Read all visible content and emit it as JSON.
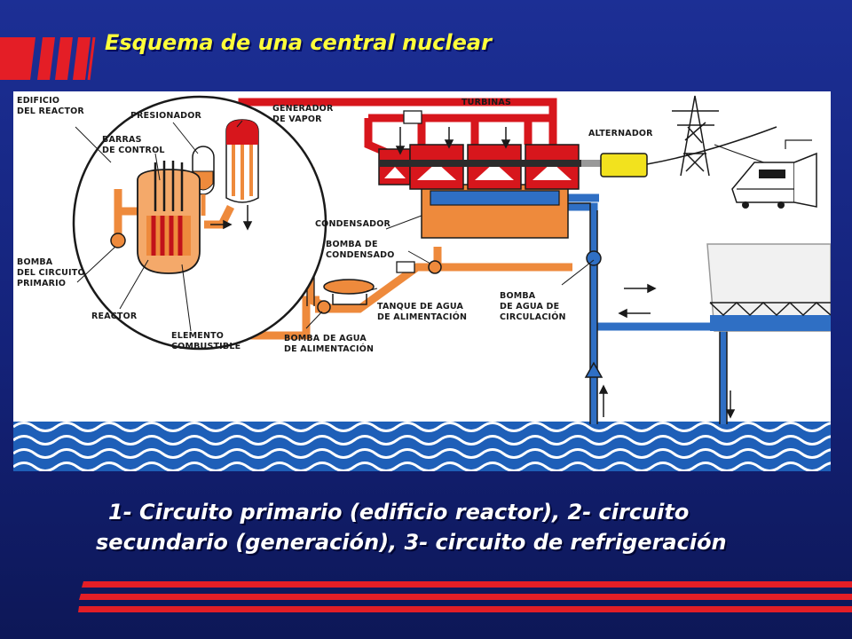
{
  "slide": {
    "title": "Esquema de una central nuclear",
    "caption": "1- Circuito primario (edificio reactor), 2- circuito secundario (generación), 3- circuito de refrigeración"
  },
  "diagram": {
    "labels": {
      "reactor_building": [
        "EDIFICIO",
        "DEL REACTOR"
      ],
      "pressurizer": "PRESIONADOR",
      "control_rods": [
        "BARRAS",
        "DE CONTROL"
      ],
      "steam_generator": [
        "GENERADOR",
        "DE VAPOR"
      ],
      "turbines": "TURBINAS",
      "alternator": "ALTERNADOR",
      "primary_pump": [
        "BOMBA",
        "DEL CIRCUITO",
        "PRIMARIO"
      ],
      "reactor": "REACTOR",
      "fuel_element": [
        "ELEMENTO",
        "COMBUSTIBLE"
      ],
      "condenser": "CONDENSADOR",
      "condensate_pump": [
        "BOMBA DE",
        "CONDENSADO"
      ],
      "feedwater_tank": [
        "TANQUE DE AGUA",
        "DE ALIMENTACIÓN"
      ],
      "feedwater_pump": [
        "BOMBA DE AGUA",
        "DE ALIMENTACIÓN"
      ],
      "circulation_pump": [
        "BOMBA",
        "DE AGUA DE",
        "CIRCULACIÓN"
      ]
    },
    "colors": {
      "primary_loop": "#d7161c",
      "secondary_loop": "#ee8a3c",
      "cooling_loop": "#2f6fc4",
      "water": "#1e5fb8",
      "alternator": "#f2e21e",
      "title": "#ffff3a"
    }
  }
}
